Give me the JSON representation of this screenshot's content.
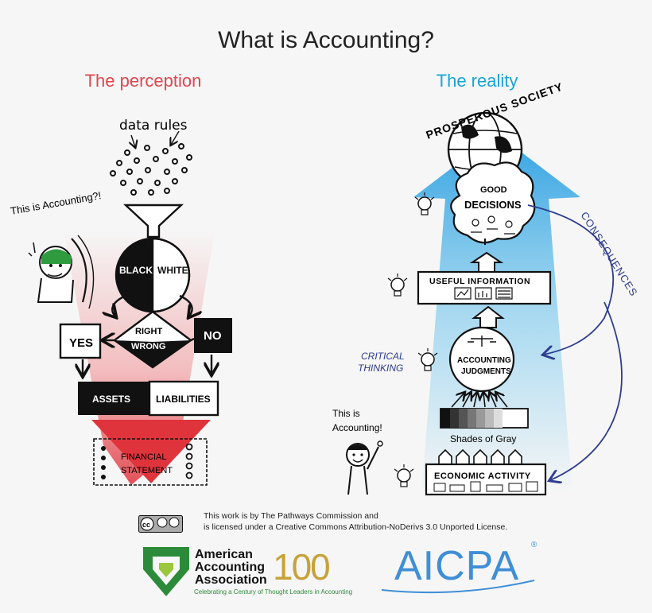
{
  "title": "What is Accounting?",
  "perception": {
    "heading": "The perception",
    "data_rules": "data rules",
    "this_is_accounting": "This is Accounting?!",
    "black": "BLACK",
    "white": "WHITE",
    "right": "RIGHT",
    "wrong": "WRONG",
    "yes": "YES",
    "no": "NO",
    "assets": "ASSETS",
    "liabilities": "LIABILITIES",
    "financial": "FINANCIAL",
    "statement": "STATEMENT"
  },
  "reality": {
    "heading": "The reality",
    "prosperous_society": "PROSPEROUS SOCIETY",
    "good": "GOOD",
    "decisions": "DECISIONS",
    "useful_information": "USEFUL INFORMATION",
    "critical": "CRITICAL",
    "thinking": "THINKING",
    "accounting": "ACCOUNTING",
    "judgments": "JUDGMENTS",
    "shades_of_gray": "Shades of Gray",
    "this_is": "This is",
    "accounting_excl": "Accounting!",
    "economic_activity": "ECONOMIC ACTIVITY",
    "consequences": "CONSEQUENCES"
  },
  "license": {
    "line1": "This work is by The Pathways Commission and",
    "line2": "is licensed under a Creative Commons Attribution-NoDerivs 3.0 Unported License.",
    "cc": "cc"
  },
  "logos": {
    "aaa_line1": "American",
    "aaa_line2": "Accounting",
    "aaa_line3": "Association",
    "aaa_100": "100",
    "aaa_tagline": "Celebrating a Century of Thought Leaders in Accounting",
    "aicpa": "AICPA",
    "registered": "®"
  },
  "colors": {
    "perception_red": "#e0464e",
    "reality_blue": "#1aa3d9",
    "consequence_navy": "#2e3c8f"
  }
}
